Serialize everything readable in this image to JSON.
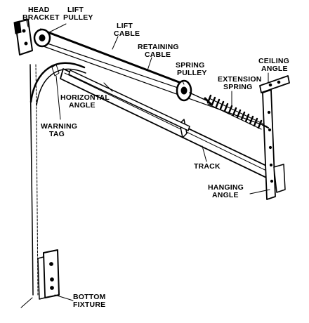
{
  "labels": {
    "head_bracket": [
      "HEAD",
      "BRACKET"
    ],
    "lift_pulley": [
      "LIFT",
      "PULLEY"
    ],
    "lift_cable": [
      "LIFT",
      "CABLE"
    ],
    "retaining_cable": [
      "RETAINING",
      "CABLE"
    ],
    "spring_pulley": [
      "SPRING",
      "PULLEY"
    ],
    "ceiling_angle": [
      "CEILING",
      "ANGLE"
    ],
    "extension_spring": [
      "EXTENSION",
      "SPRING"
    ],
    "horizontal_angle": [
      "HORIZONTAL",
      "ANGLE"
    ],
    "warning_tag": [
      "WARNING",
      "TAG"
    ],
    "track": [
      "TRACK"
    ],
    "hanging_angle": [
      "HANGING",
      "ANGLE"
    ],
    "bottom_fixture": [
      "BOTTOM",
      "FIXTURE"
    ]
  }
}
